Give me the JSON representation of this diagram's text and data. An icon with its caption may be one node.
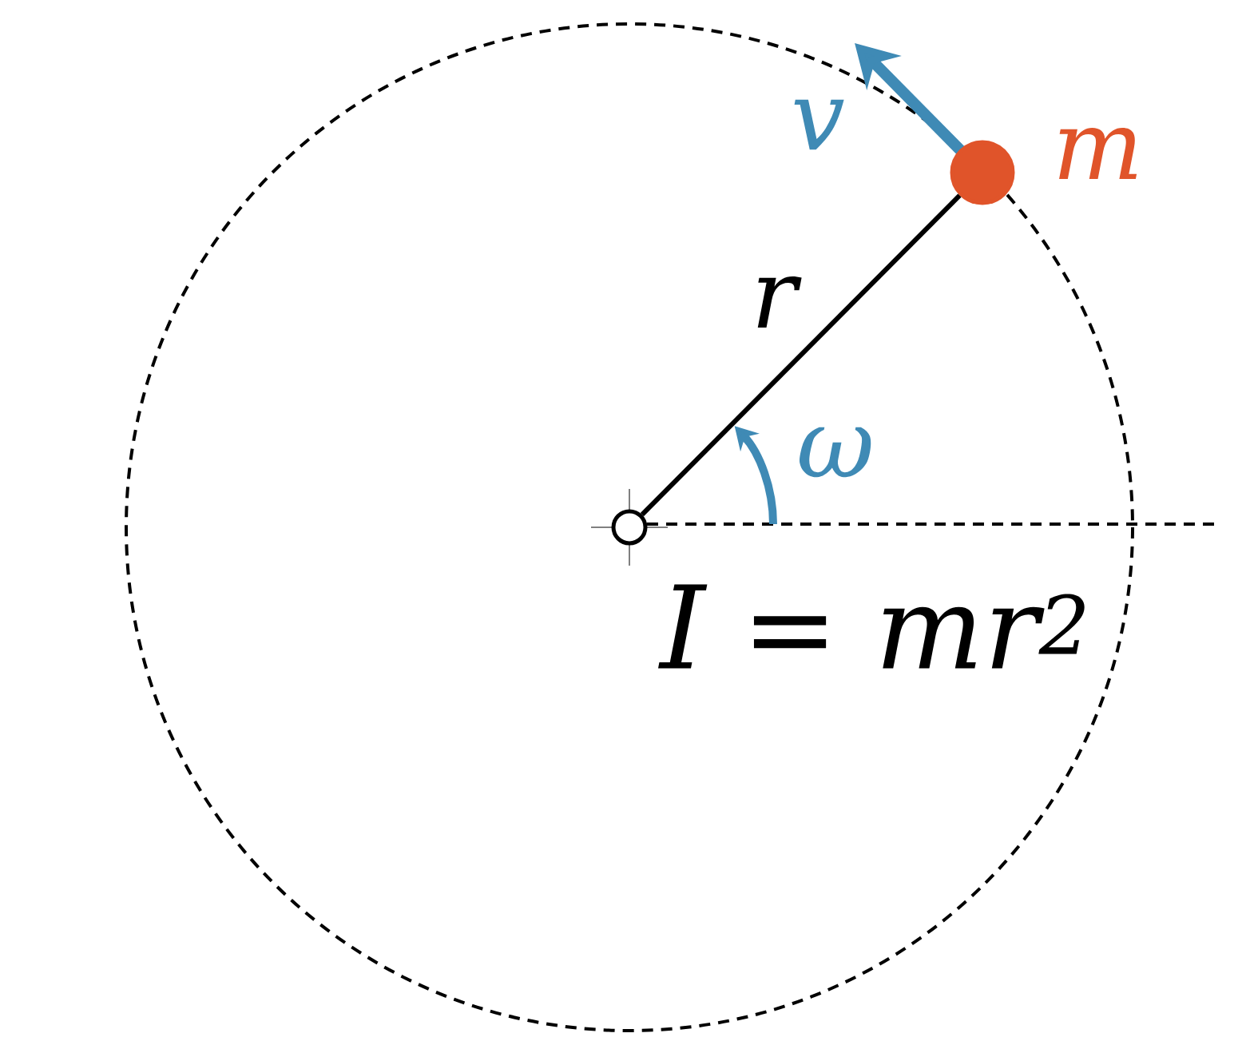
{
  "diagram": {
    "nodes": [
      {
        "text": [],
        "shape": "circle"
      },
      {
        "text": [],
        "shape": "circle",
        "beside": [
          "m"
        ]
      }
    ],
    "edges": [
      {
        "from": 0,
        "to": 1,
        "arrow": "none",
        "label": "r"
      }
    ],
    "labels": [
      "v",
      "ω",
      "I = mr$^{2}$"
    ]
  }
}
